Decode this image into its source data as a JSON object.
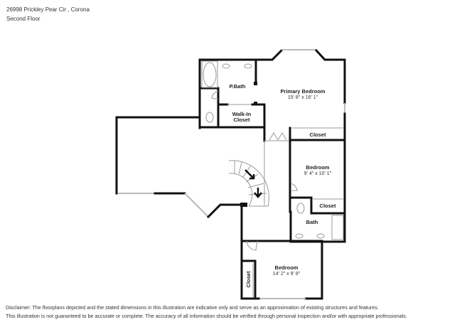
{
  "header": {
    "address": "26998 Prickley Pear Cir , Corona",
    "floor": "Second Floor"
  },
  "rooms": {
    "pbath": {
      "name": "P.Bath"
    },
    "primary_bedroom": {
      "name": "Primary Bedroom",
      "dims": "15' 8\" x 16' 1\""
    },
    "walkin": {
      "name1": "Walk-In",
      "name2": "Closet"
    },
    "closet1": {
      "name": "Closet"
    },
    "bedroom2": {
      "name": "Bedroom",
      "dims": "9' 4\" x 10' 1\""
    },
    "closet2": {
      "name": "Closet"
    },
    "bath": {
      "name": "Bath"
    },
    "bedroom3": {
      "name": "Bedroom",
      "dims": "14' 2\" x 9' 9\""
    },
    "closet3": {
      "name": "Closet"
    }
  },
  "disclaimer": {
    "line1": "Disclaimer: The floorplans depicted and the stated dimensions in this illustration are indicative only and serve as an approximation of existing structures and features.",
    "line2": "This illustration is not guaranteed to be accurate or complete. The accuracy of all information should be verified through personal inspection and/or with appropriate professionals."
  }
}
